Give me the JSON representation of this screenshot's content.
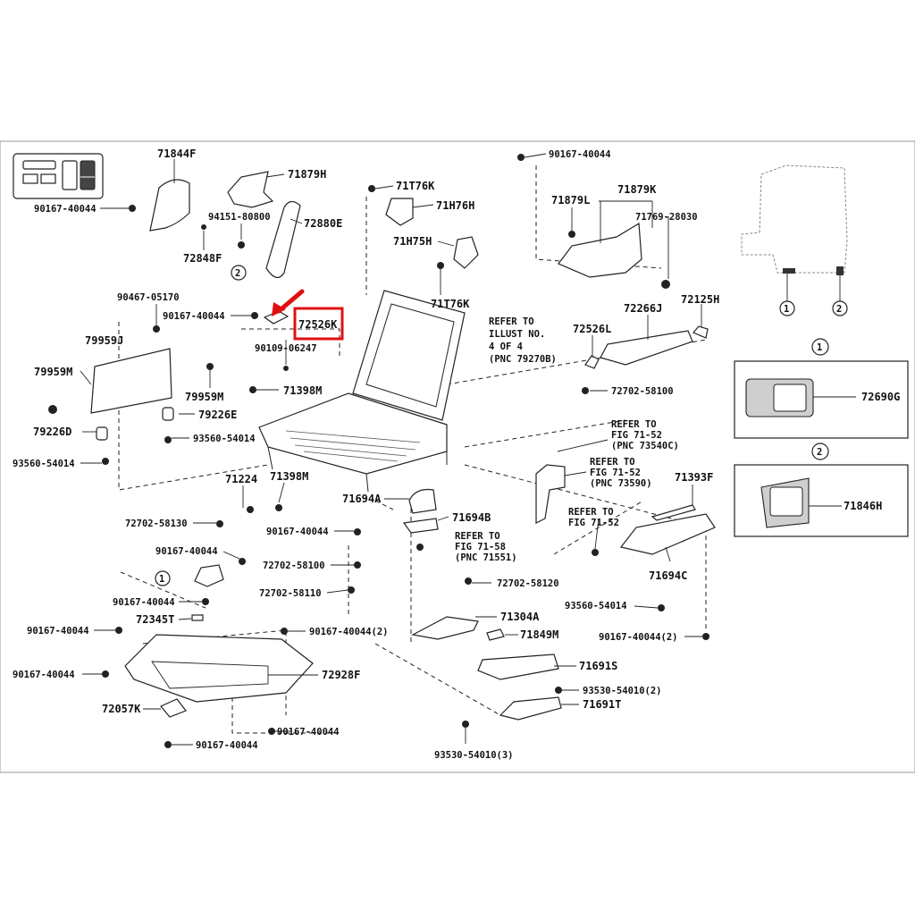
{
  "labels": {
    "p71844F": "71844F",
    "p71879H": "71879H",
    "p90167_40044_a": "90167-40044",
    "p94151_80800": "94151-80800",
    "p72880E": "72880E",
    "p72848F": "72848F",
    "p90467_05170": "90467-05170",
    "p90167_40044_b": "90167-40044",
    "p72526K": "72526K",
    "p90109_06247": "90109-06247",
    "p79959J": "79959J",
    "p79959M_a": "79959M",
    "p79959M_b": "79959M",
    "p71398M_a": "71398M",
    "p79226E": "79226E",
    "p79226D": "79226D",
    "p93560_54014_a": "93560-54014",
    "p93560_54014_b": "93560-54014",
    "p71T76K_a": "71T76K",
    "p71H76H": "71H76H",
    "p71H75H": "71H75H",
    "p71T76K_b": "71T76K",
    "p90167_40044_c": "90167-40044",
    "p71879L": "71879L",
    "p71879K": "71879K",
    "p71769_28030": "71769-28030",
    "p72526L": "72526L",
    "p72266J": "72266J",
    "p72125H": "72125H",
    "p72702_58100_a": "72702-58100",
    "p71224": "71224",
    "p71398M_b": "71398M",
    "p72702_58130": "72702-58130",
    "p71694A": "71694A",
    "p71694B": "71694B",
    "p90167_40044_d": "90167-40044",
    "p90167_40044_e": "90167-40044",
    "p72702_58100_b": "72702-58100",
    "p72702_58110": "72702-58110",
    "p90167_40044_f": "90167-40044",
    "p72345T": "72345T",
    "p90167_40044_g": "90167-40044",
    "p90167_40044_2a": "90167-40044(2)",
    "p90167_40044_h": "90167-40044",
    "p72928F": "72928F",
    "p72057K": "72057K",
    "p90167_40044_i": "90167-40044",
    "p90167_40044_j": "90167-40044",
    "p72702_58120": "72702-58120",
    "p71304A": "71304A",
    "p71849M": "71849M",
    "p71691S": "71691S",
    "p93530_54010_2": "93530-54010(2)",
    "p71691T": "71691T",
    "p93530_54010_3": "93530-54010(3)",
    "p71393F": "71393F",
    "p71694C": "71694C",
    "p93560_54014_c": "93560-54014",
    "p90167_40044_2b": "90167-40044(2)",
    "p72690G": "72690G",
    "p71846H": "71846H"
  },
  "notes": {
    "illust": [
      "REFER TO",
      "ILLUST NO.",
      "4 OF 4",
      "(PNC 79270B)"
    ],
    "fig_73540C": [
      "REFER TO",
      "FIG 71-52",
      "(PNC 73540C)"
    ],
    "fig_73590": [
      "REFER TO",
      "FIG 71-52",
      "(PNC 73590)"
    ],
    "fig_71_52": [
      "REFER TO",
      "FIG 71-52"
    ],
    "fig_71_58": [
      "REFER TO",
      "FIG 71-58",
      "(PNC 71551)"
    ]
  },
  "callouts": {
    "c1": "1",
    "c2": "2"
  },
  "colors": {
    "highlight": "#e01010",
    "line": "#222222",
    "gray_part": "#cfcfcf"
  }
}
